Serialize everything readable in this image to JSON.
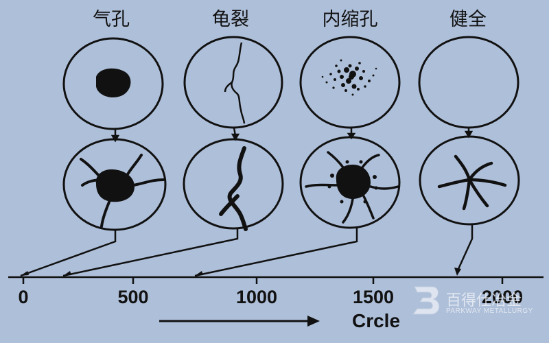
{
  "labels": {
    "gas_pore": "气孔",
    "crack": "龟裂",
    "shrinkage": "内缩孔",
    "sound": "健全"
  },
  "axis": {
    "ticks": [
      "0",
      "500",
      "1000",
      "1500",
      "2000"
    ],
    "title": "Crcle"
  },
  "watermark": {
    "name": "百得仕冶金",
    "subtitle": "PARKWAY METALLURGY"
  }
}
